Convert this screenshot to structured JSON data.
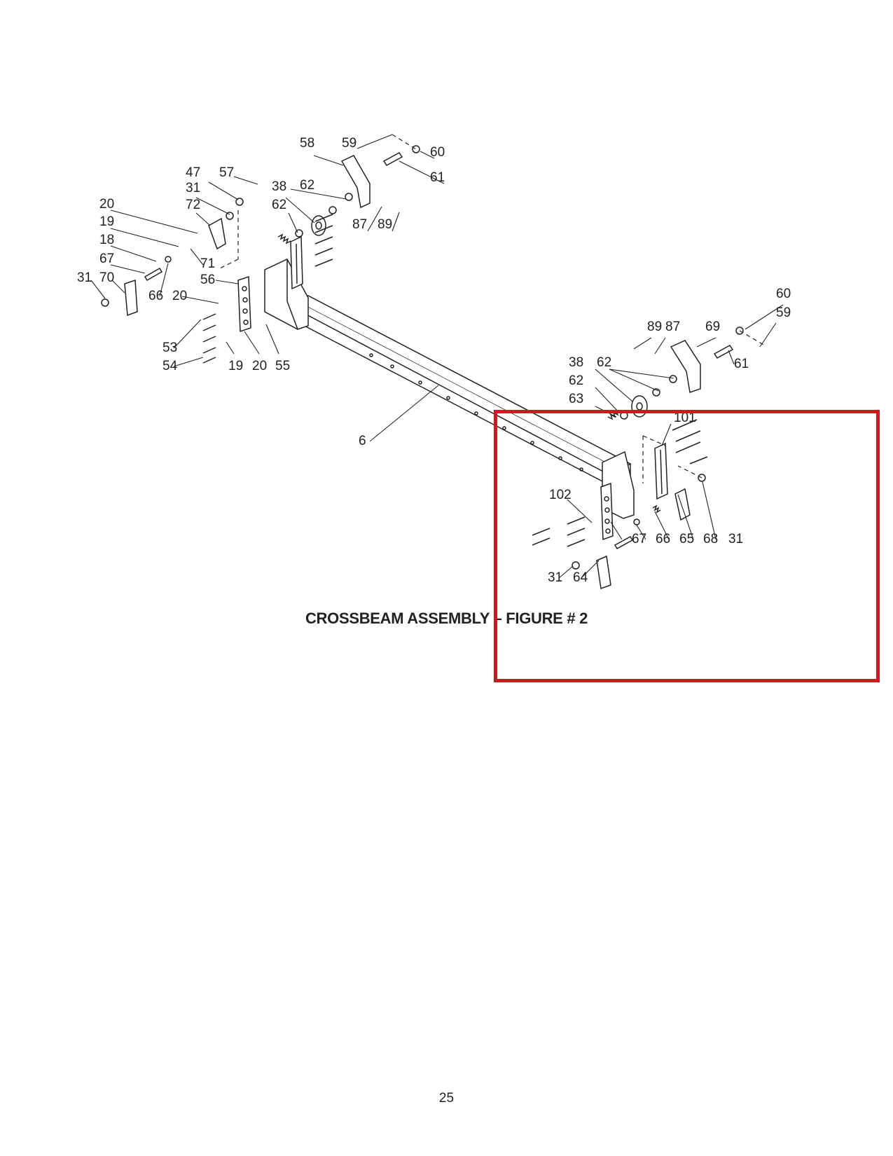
{
  "figure": {
    "caption": "CROSSBEAM ASSEMBLY – FIGURE # 2",
    "callouts": [
      "58",
      "59",
      "60",
      "61",
      "47",
      "57",
      "31",
      "72",
      "38",
      "62",
      "62",
      "87",
      "89",
      "20",
      "19",
      "18",
      "71",
      "67",
      "56",
      "31",
      "70",
      "66",
      "20",
      "53",
      "54",
      "19",
      "20",
      "55",
      "6",
      "60",
      "59",
      "89",
      "87",
      "69",
      "61",
      "38",
      "62",
      "62",
      "63",
      "101",
      "102",
      "67",
      "66",
      "65",
      "68",
      "31",
      "31",
      "64"
    ],
    "highlight_color": "#d4171e"
  },
  "page": {
    "number": "25"
  }
}
